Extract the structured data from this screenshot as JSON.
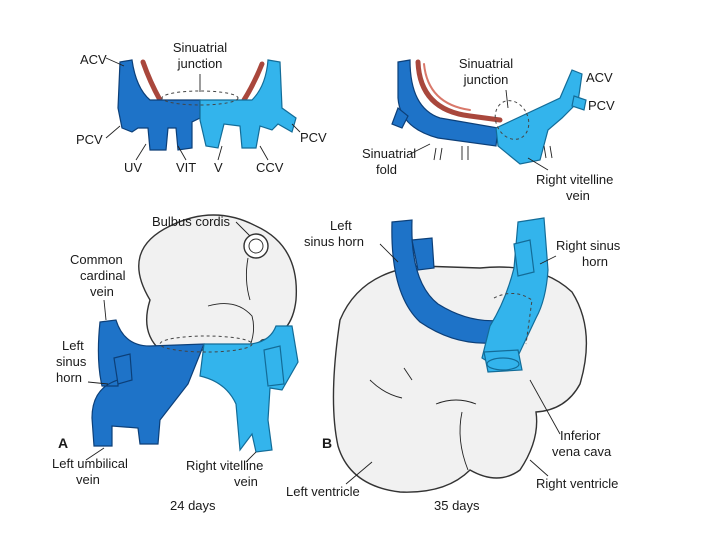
{
  "panel_top_left": {
    "labels": {
      "acv": "ACV",
      "sinuatrial_junction": [
        "Sinuatrial",
        "junction"
      ],
      "pcv_left": "PCV",
      "pcv_right": "PCV",
      "uv": "UV",
      "vit": "VIT",
      "v": "V",
      "ccv": "CCV"
    }
  },
  "panel_top_right": {
    "labels": {
      "sinuatrial_junction": [
        "Sinuatrial",
        "junction"
      ],
      "acv": "ACV",
      "pcv": "PCV",
      "sinuatrial_fold": [
        "Sinuatrial",
        "fold"
      ],
      "right_vitelline_vein": [
        "Right vitelline",
        "vein"
      ]
    }
  },
  "panel_a": {
    "letter": "A",
    "age": "24 days",
    "labels": {
      "bulbus_cordis": "Bulbus cordis",
      "common_cardinal_vein": [
        "Common",
        "cardinal",
        "vein"
      ],
      "left_sinus_horn": [
        "Left",
        "sinus",
        "horn"
      ],
      "left_umbilical_vein": [
        "Left umbilical",
        "vein"
      ],
      "right_vitelline_vein": [
        "Right vitelline",
        "vein"
      ]
    }
  },
  "panel_b": {
    "letter": "B",
    "age": "35 days",
    "labels": {
      "left_sinus_horn": [
        "Left",
        "sinus horn"
      ],
      "right_sinus_horn": [
        "Right sinus",
        "horn"
      ],
      "inferior_vena_cava": [
        "Inferior",
        "vena cava"
      ],
      "left_ventricle": "Left ventricle",
      "right_ventricle": "Right ventricle"
    }
  },
  "colors": {
    "dark_blue": "#1e73c8",
    "light_blue": "#33b4ec",
    "artery_red": "#a9473c",
    "heart_gray": "#f1f1f1"
  }
}
